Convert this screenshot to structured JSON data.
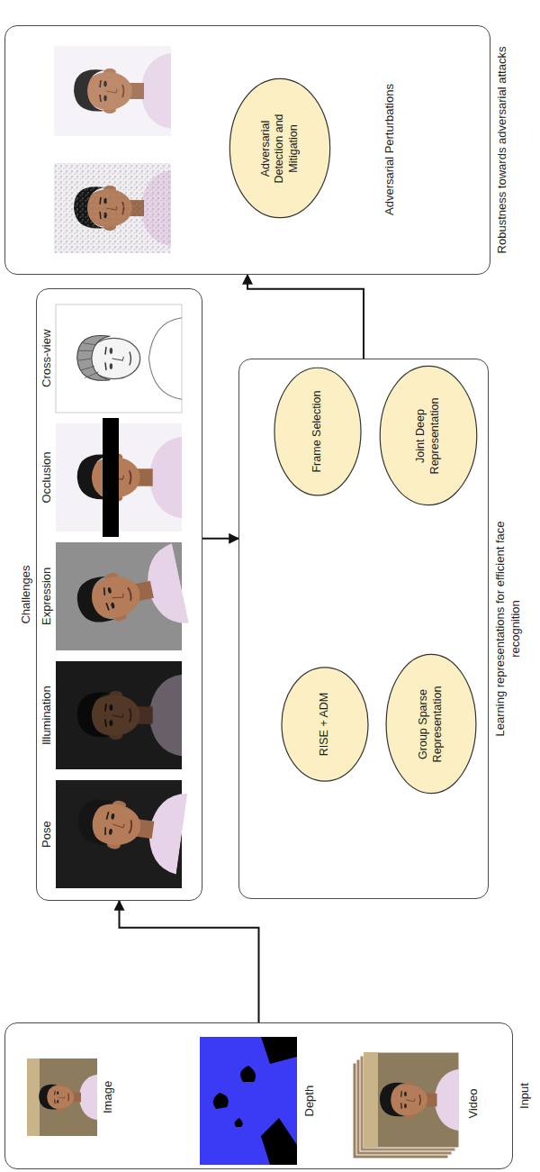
{
  "diagram": {
    "nodes": [
      {
        "text": [
          "Input"
        ]
      },
      {
        "text": [
          "Challenges"
        ]
      },
      {
        "text": [
          "Learning representations for efficient face recognition"
        ]
      },
      {
        "text": [
          "RISE + ADM"
        ],
        "in": 2
      },
      {
        "text": [
          "Frame Selection"
        ],
        "in": 2
      },
      {
        "text": [
          "Group Sparse Representation"
        ],
        "in": 2
      },
      {
        "text": [
          "Joint Deep Representation"
        ],
        "in": 2
      },
      {
        "text": [
          "Robustness towards adversarial attacks"
        ]
      },
      {
        "text": [
          "Adversarial Detection and Mitigation"
        ],
        "in": 7
      }
    ],
    "edges": [
      {
        "from": 0,
        "to": 1,
        "arrow": "to"
      },
      {
        "from": 1,
        "to": 2,
        "arrow": "to"
      },
      {
        "from": 2,
        "to": 7,
        "arrow": "to"
      }
    ],
    "labels": [
      "Image",
      "Depth",
      "Video",
      "Pose",
      "Illumination",
      "Expression",
      "Occlusion",
      "Cross-view",
      "Adversarial Perturbations"
    ]
  }
}
